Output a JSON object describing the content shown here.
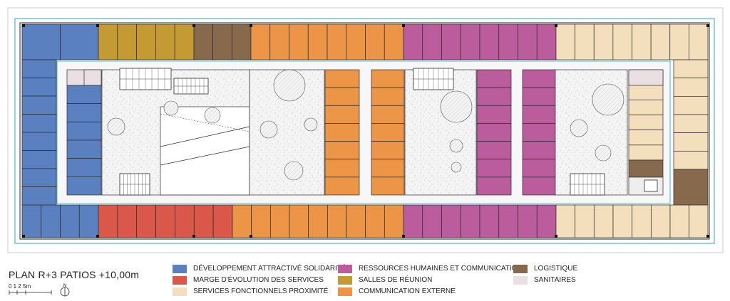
{
  "title": "PLAN R+3   PATIOS  +10,00m",
  "scale": {
    "ticks": "0 1 2      5m",
    "north": "N"
  },
  "colors": {
    "dev": "#5b80c0",
    "marge": "#d9584a",
    "services": "#f3dfbc",
    "rh": "#bb5c9c",
    "salles": "#c49a33",
    "comm": "#ec9547",
    "logistique": "#866a4b",
    "sanitaires": "#eadfe3"
  },
  "legend": [
    [
      {
        "label": "DÉVELOPPEMENT ATTRACTIVÉ SOLIDARITÉ",
        "color": "#5b80c0",
        "name": "legend-dev"
      },
      {
        "label": "MARGE D'ÉVOLUTION DES SERVICES",
        "color": "#d9584a",
        "name": "legend-marge"
      },
      {
        "label": "SERVICES FONCTIONNELS PROXIMITÉ",
        "color": "#f3dfbc",
        "name": "legend-services"
      }
    ],
    [
      {
        "label": "RESSOURCES HUMAINES ET COMMUNICATION",
        "color": "#bb5c9c",
        "name": "legend-rh"
      },
      {
        "label": "SALLES DE RÉUNION",
        "color": "#c49a33",
        "name": "legend-salles"
      },
      {
        "label": "COMMUNICATION EXTERNE",
        "color": "#ec9547",
        "name": "legend-comm"
      }
    ],
    [
      {
        "label": "LOGISTIQUE",
        "color": "#866a4b",
        "name": "legend-logistique"
      },
      {
        "label": "SANITAIRES",
        "color": "#eadfe3",
        "name": "legend-sanitaires"
      }
    ]
  ]
}
